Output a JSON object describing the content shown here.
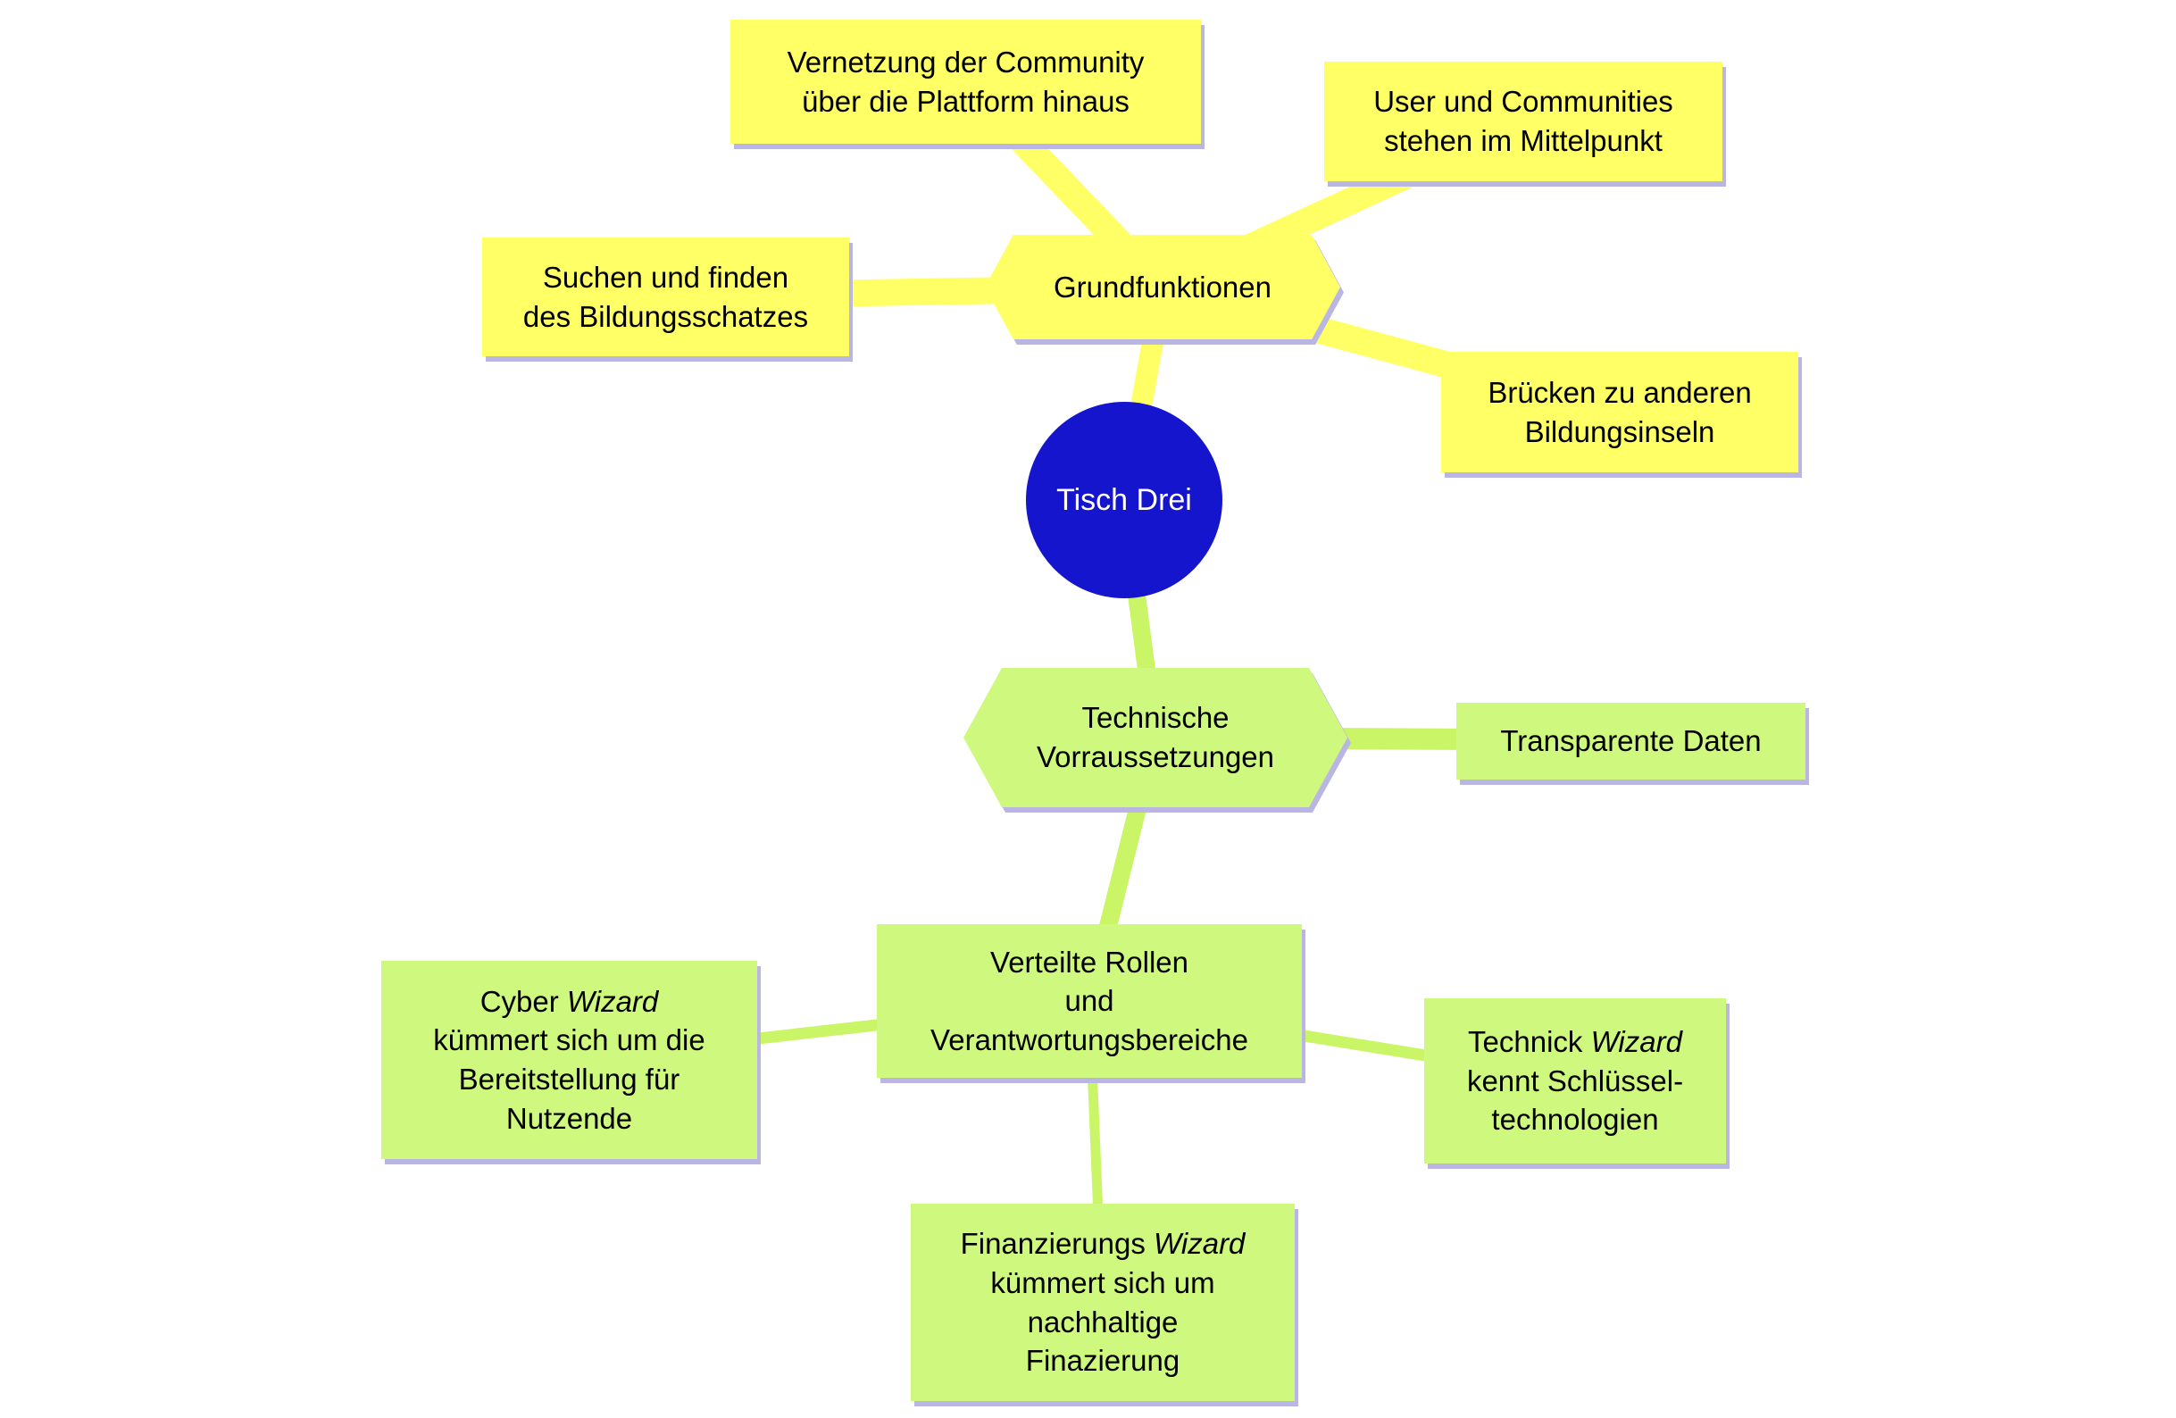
{
  "colors": {
    "background": "#ffffff",
    "branch_yellow": "#ffff66",
    "node_yellow": "#ffff66",
    "branch_green": "#c9f566",
    "node_green": "#cef97e",
    "center_blue": "#1515cd",
    "center_text": "#ffffff",
    "text": "#000000",
    "shadow": "#bab6e4"
  },
  "nodes": {
    "center": {
      "label": "Tisch Drei"
    },
    "grundfunktionen": {
      "label": "Grundfunktionen"
    },
    "vernetzung": {
      "label": "Vernetzung der Community\nüber die Plattform hinaus"
    },
    "user": {
      "label": "User und Communities\nstehen im Mittelpunkt"
    },
    "suchen": {
      "label": "Suchen und finden\ndes Bildungsschatzes"
    },
    "bruecken": {
      "label": "Brücken zu anderen\nBildungsinseln"
    },
    "technische": {
      "label": "Technische\nVorraussetzungen"
    },
    "transparente": {
      "label": "Transparente Daten"
    },
    "verteilte": {
      "label": "Verteilte Rollen\nund\nVerantwortungsbereiche"
    },
    "cyber": {
      "before": "Cyber ",
      "italic": "Wizard",
      "after": "\nkümmert sich um die\nBereitstellung für\nNutzende"
    },
    "technick": {
      "before": "Technick ",
      "italic": "Wizard",
      "after": "\nkennt Schlüssel-\ntechnologien"
    },
    "finanzierung": {
      "before": "Finanzierungs ",
      "italic": "Wizard",
      "after": "\nkümmert sich um\nnachhaltige\nFinazierung"
    }
  },
  "edges": [
    {
      "from": "grundfunktionen",
      "to": "vernetzung",
      "color_role": "branch_yellow"
    },
    {
      "from": "grundfunktionen",
      "to": "user",
      "color_role": "branch_yellow"
    },
    {
      "from": "grundfunktionen",
      "to": "suchen",
      "color_role": "branch_yellow"
    },
    {
      "from": "grundfunktionen",
      "to": "bruecken",
      "color_role": "branch_yellow"
    },
    {
      "from": "center",
      "to": "grundfunktionen",
      "color_role": "branch_yellow"
    },
    {
      "from": "center",
      "to": "technische",
      "color_role": "branch_green"
    },
    {
      "from": "technische",
      "to": "transparente",
      "color_role": "branch_green"
    },
    {
      "from": "technische",
      "to": "verteilte",
      "color_role": "branch_green"
    },
    {
      "from": "verteilte",
      "to": "cyber",
      "color_role": "branch_green"
    },
    {
      "from": "verteilte",
      "to": "technick",
      "color_role": "branch_green"
    },
    {
      "from": "verteilte",
      "to": "finanzierung",
      "color_role": "branch_green"
    }
  ]
}
